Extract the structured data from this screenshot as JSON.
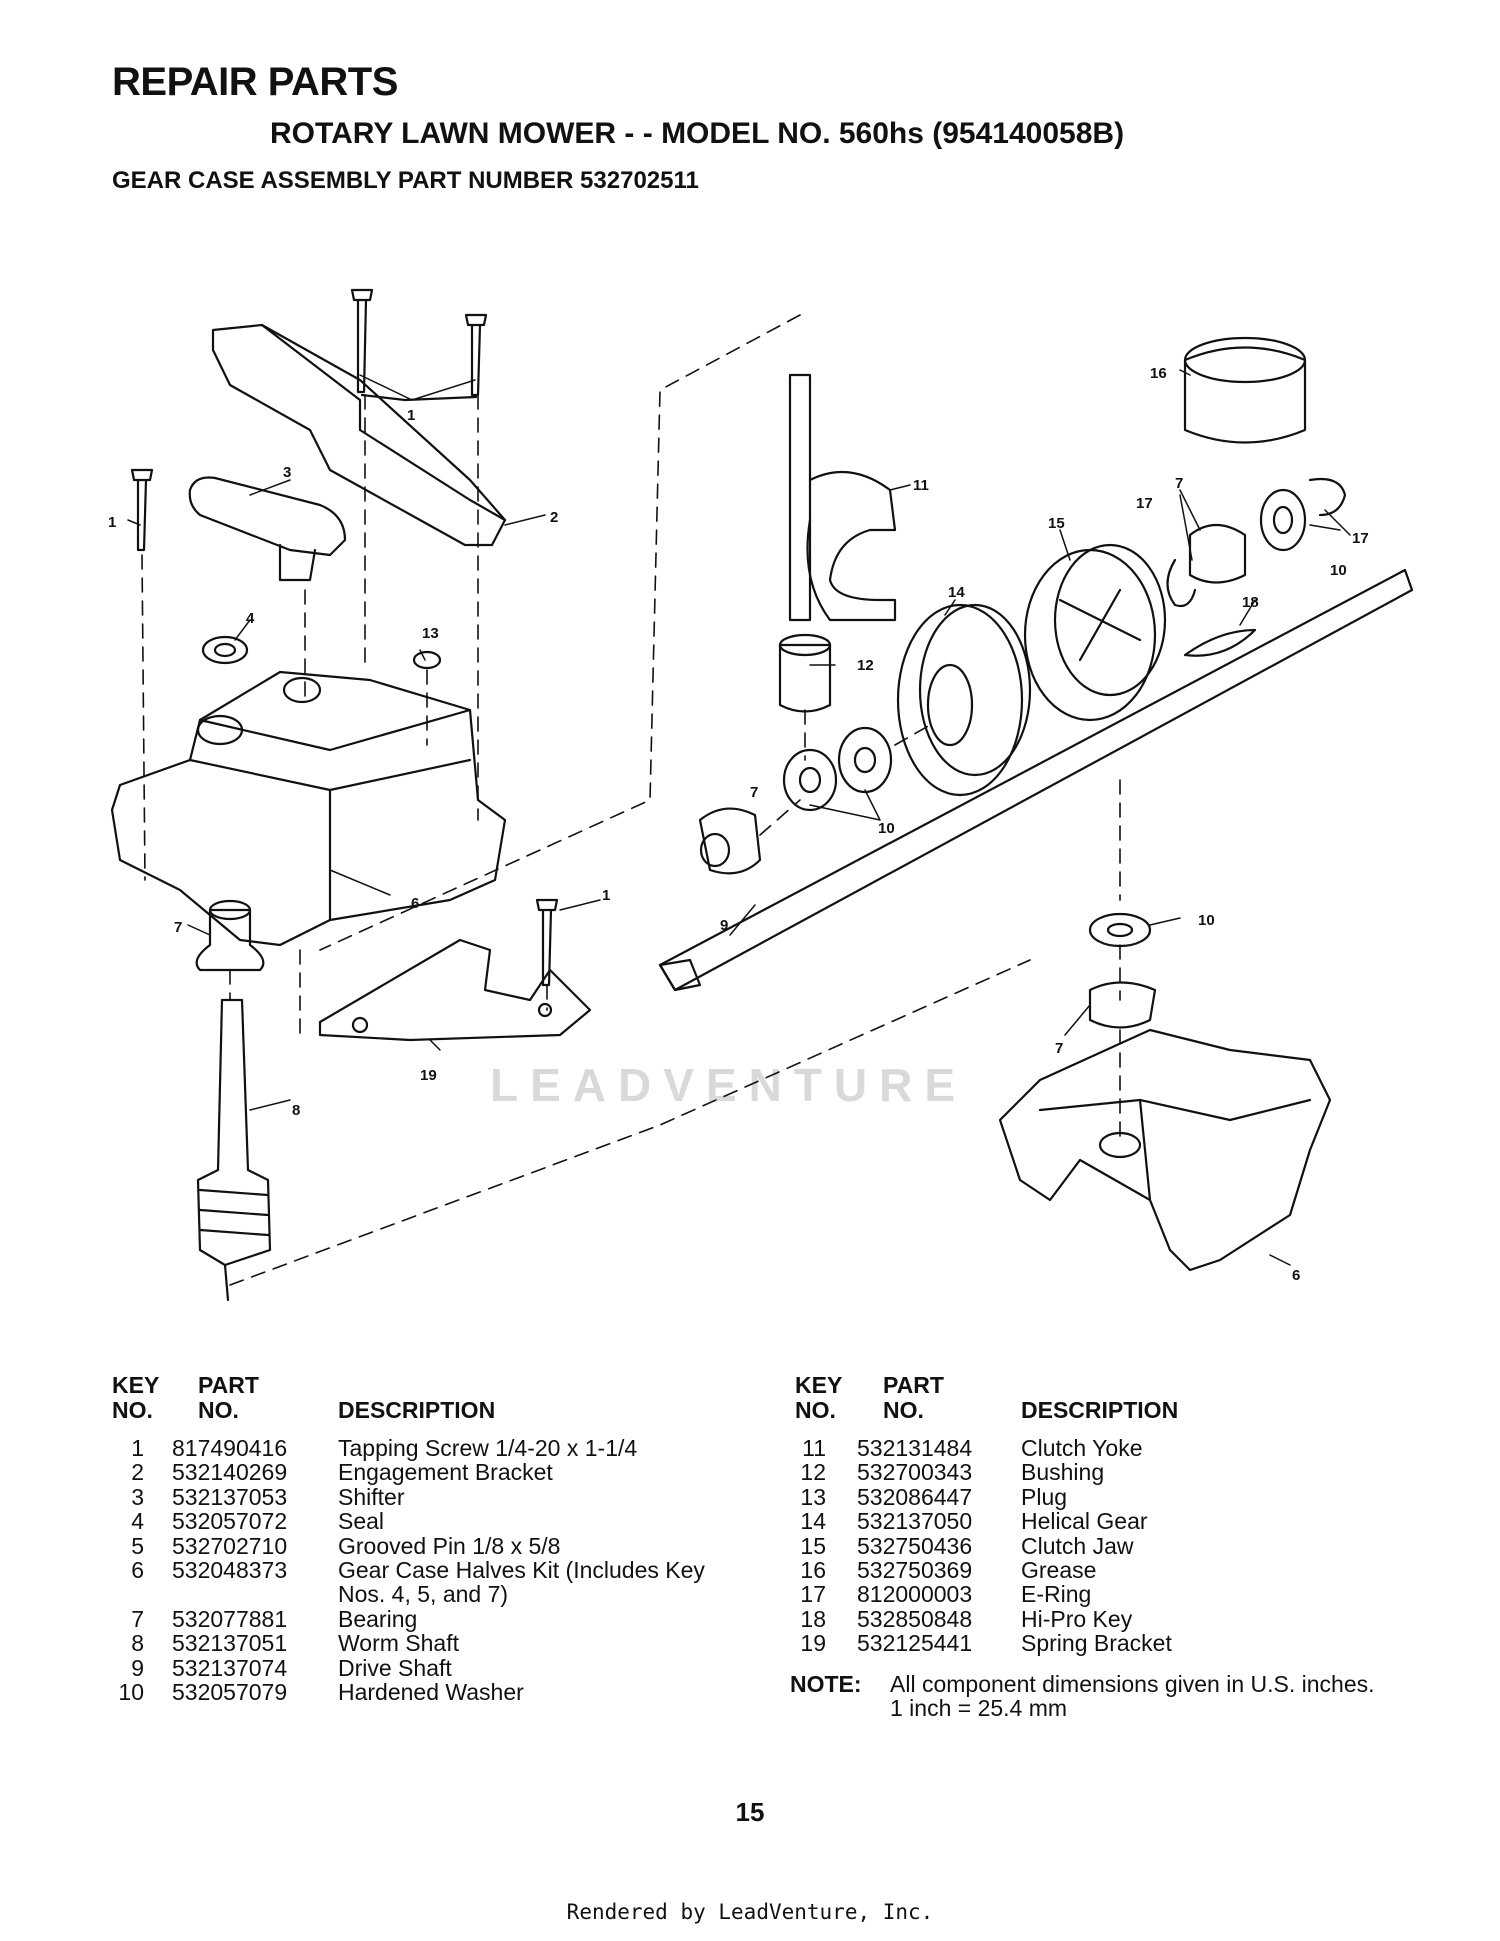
{
  "header": {
    "title": "REPAIR PARTS",
    "subtitle": "ROTARY LAWN MOWER - - MODEL NO. 560hs (954140058B)",
    "assembly": "GEAR CASE ASSEMBLY PART NUMBER 532702511"
  },
  "diagram": {
    "watermark": "LEADVENTURE",
    "callouts": [
      "1",
      "1",
      "1",
      "1",
      "2",
      "3",
      "4",
      "6",
      "6",
      "7",
      "7",
      "7",
      "7",
      "8",
      "9",
      "10",
      "10",
      "10",
      "10",
      "11",
      "12",
      "13",
      "14",
      "15",
      "16",
      "17",
      "17",
      "18",
      "19"
    ]
  },
  "table_headers": {
    "key": "KEY",
    "no": "NO.",
    "part": "PART",
    "part_no": "NO.",
    "description": "DESCRIPTION"
  },
  "parts_left": [
    {
      "key": "1",
      "part": "817490416",
      "desc": "Tapping Screw  1/4-20 x 1-1/4"
    },
    {
      "key": "2",
      "part": "532140269",
      "desc": "Engagement Bracket"
    },
    {
      "key": "3",
      "part": "532137053",
      "desc": "Shifter"
    },
    {
      "key": "4",
      "part": "532057072",
      "desc": "Seal"
    },
    {
      "key": "5",
      "part": "532702710",
      "desc": "Grooved Pin  1/8 x 5/8"
    },
    {
      "key": "6",
      "part": "532048373",
      "desc": "Gear Case Halves Kit (Includes Key",
      "desc2": "Nos. 4, 5, and 7)"
    },
    {
      "key": "7",
      "part": "532077881",
      "desc": "Bearing"
    },
    {
      "key": "8",
      "part": "532137051",
      "desc": "Worm Shaft"
    },
    {
      "key": "9",
      "part": "532137074",
      "desc": "Drive Shaft"
    },
    {
      "key": "10",
      "part": "532057079",
      "desc": "Hardened Washer"
    }
  ],
  "parts_right": [
    {
      "key": "11",
      "part": "532131484",
      "desc": "Clutch Yoke"
    },
    {
      "key": "12",
      "part": "532700343",
      "desc": "Bushing"
    },
    {
      "key": "13",
      "part": "532086447",
      "desc": "Plug"
    },
    {
      "key": "14",
      "part": "532137050",
      "desc": "Helical Gear"
    },
    {
      "key": "15",
      "part": "532750436",
      "desc": "Clutch Jaw"
    },
    {
      "key": "16",
      "part": "532750369",
      "desc": "Grease"
    },
    {
      "key": "17",
      "part": "812000003",
      "desc": "E-Ring"
    },
    {
      "key": "18",
      "part": "532850848",
      "desc": "Hi-Pro Key"
    },
    {
      "key": "19",
      "part": "532125441",
      "desc": "Spring Bracket"
    }
  ],
  "note": {
    "label": "NOTE:",
    "line1": "All component dimensions given in U.S. inches.",
    "line2": "1 inch = 25.4 mm"
  },
  "page_number": "15",
  "footer": "Rendered by LeadVenture, Inc."
}
